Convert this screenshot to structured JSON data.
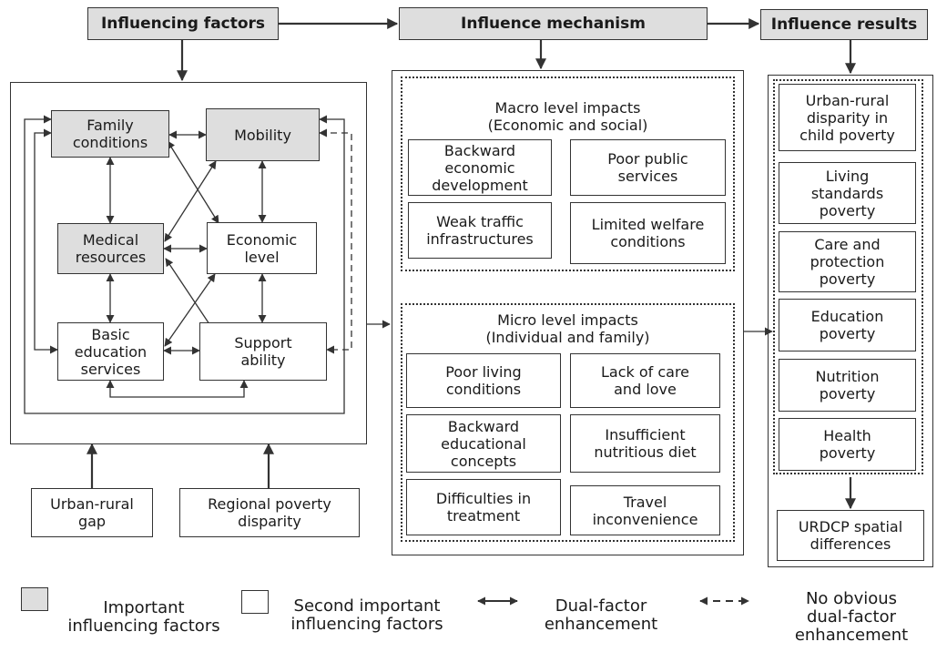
{
  "headers": {
    "factors": "Influencing factors",
    "mechanism": "Influence mechanism",
    "results": "Influence results"
  },
  "factors": {
    "family": "Family\nconditions",
    "mobility": "Mobility",
    "medical": "Medical\nresources",
    "economic": "Economic\nlevel",
    "education": "Basic\neducation\nservices",
    "support": "Support\nability"
  },
  "external": {
    "urban_rural_gap": "Urban-rural\ngap",
    "regional": "Regional poverty\ndisparity"
  },
  "macro": {
    "title": "Macro level impacts\n(Economic and social)",
    "items": [
      "Backward\neconomic\ndevelopment",
      "Poor public\nservices",
      "Weak traffic\ninfrastructures",
      "Limited welfare\nconditions"
    ]
  },
  "micro": {
    "title": "Micro level impacts\n(Individual and family)",
    "items": [
      "Poor living\nconditions",
      "Lack of care\nand love",
      "Backward\neducational\nconcepts",
      "Insufficient\nnutritious diet",
      "Difficulties in\ntreatment",
      "Travel\ninconvenience"
    ]
  },
  "results": {
    "items": [
      "Urban-rural\ndisparity in\nchild poverty",
      "Living\nstandards\npoverty",
      "Care and\nprotection\npoverty",
      "Education\npoverty",
      "Nutrition\npoverty",
      "Health\npoverty"
    ],
    "spatial": "URDCP spatial\ndifferences"
  },
  "legend": {
    "important": "Important\ninfluencing factors",
    "second": "Second important\ninfluencing factors",
    "dual": "Dual-factor\nenhancement",
    "no_dual": "No obvious\ndual-factor\nenhancement"
  },
  "colors": {
    "important_fill": "#dedede",
    "line": "#333333"
  }
}
